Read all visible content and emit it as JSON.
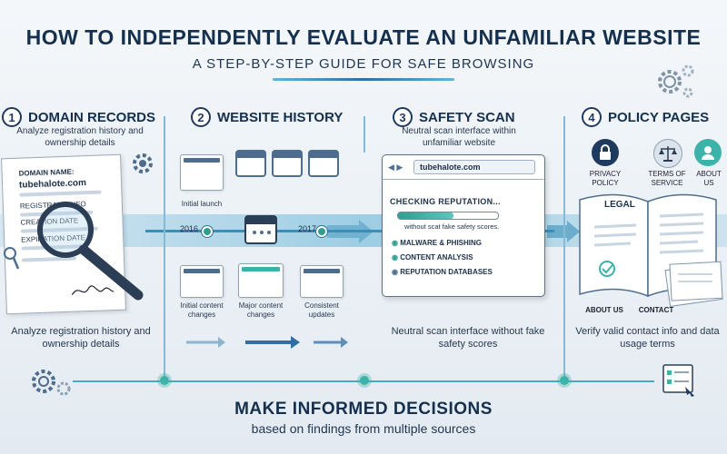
{
  "header": {
    "title": "HOW TO INDEPENDENTLY EVALUATE AN UNFAMILIAR WEBSITE",
    "subtitle": "A STEP-BY-STEP GUIDE FOR SAFE BROWSING"
  },
  "steps": [
    {
      "number": "1",
      "title": "DOMAIN RECORDS",
      "description": "Analyze registration history and ownership details",
      "bottom_text": "Analyze registration history and ownership details",
      "doc_fields": [
        "DOMAIN NAME:",
        "tubehalote.com",
        "REGISTRANT INFO",
        "CREATION DATE",
        "EXPIRATION DATE"
      ]
    },
    {
      "number": "2",
      "title": "WEBSITE HISTORY",
      "labels": {
        "initial_launch": "Initial launch",
        "year_start": "2016",
        "year_end": "2017",
        "initial_changes": "Initial content changes",
        "major_changes": "Major content changes",
        "consistent_updates": "Consistent updates"
      }
    },
    {
      "number": "3",
      "title": "SAFETY SCAN",
      "description": "Neutral scan interface within unfamiliar website",
      "bottom_text": "Neutral scan interface without fake safety scores",
      "scan": {
        "url": "tubehalote.com",
        "checking": "CHECKING REPUTATION...",
        "note": "without scat fake safety scores.",
        "checks": [
          "MALWARE & PHISHING",
          "CONTENT ANALYSIS",
          "REPUTATION DATABASES"
        ],
        "progress": 0.55
      }
    },
    {
      "number": "4",
      "title": "POLICY PAGES",
      "bottom_text": "Verify valid contact info and data usage terms",
      "labels": {
        "privacy": "PRIVACY POLICY",
        "terms": "TERMS OF SERVICE",
        "about": "ABOUT US",
        "legal": "LEGAL",
        "about_bottom": "ABOUT US",
        "contact": "CONTACT"
      }
    }
  ],
  "footer": {
    "title": "MAKE INFORMED DECISIONS",
    "subtitle": "based on findings from multiple sources"
  },
  "colors": {
    "navy": "#15304f",
    "teal": "#3bb3a8",
    "blue_accent": "#3a8fb8"
  },
  "icons": [
    "gear-icon",
    "magnifier-icon",
    "calendar-icon",
    "browser-icon",
    "lock-icon",
    "scales-icon",
    "person-icon",
    "book-icon",
    "checklist-icon"
  ]
}
